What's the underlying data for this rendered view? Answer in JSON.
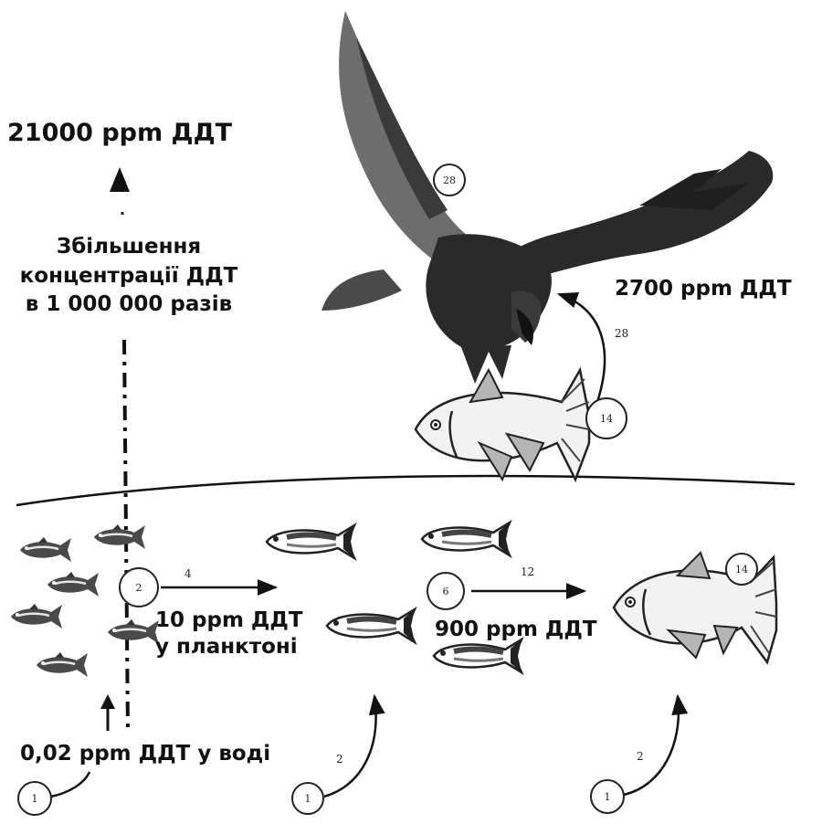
{
  "labels": {
    "top_total": "21000 ppm ДДТ",
    "magnification": [
      "Збільшення",
      "концентрації ДДТ",
      "в 1 000 000 разів"
    ],
    "eagle_ppm": "2700 ppm ДДТ",
    "plankton": [
      "10 ppm ДДТ",
      "у планктоні"
    ],
    "small_fish_ppm": "900 ppm ДДТ",
    "water": "0,02 ppm ДДТ у воді"
  },
  "bubbles": {
    "eagle": "28",
    "caught_fish": "14",
    "plankton_group": "2",
    "small_fish_group": "6",
    "big_fish": "14",
    "bottom_left": "1",
    "bottom_middle": "1",
    "bottom_right": "1"
  },
  "arrow_numbers": {
    "plankton_to_small_fish": "4",
    "small_fish_to_big_fish": "12",
    "fish_to_eagle": "28",
    "bottom_middle": "2",
    "bottom_right": "2"
  },
  "colors": {
    "eagle_dark": "#2a2a2a",
    "eagle_wing": "#6d6d6d",
    "fish_fill": "#f2f2f2",
    "fin_gray": "#b5b5b5",
    "small_fish": "#4a4a4a",
    "water_line": "#111111"
  },
  "icons": [
    "eagle-icon",
    "fish-icon",
    "small-fish-icon",
    "arrow-up-icon"
  ]
}
